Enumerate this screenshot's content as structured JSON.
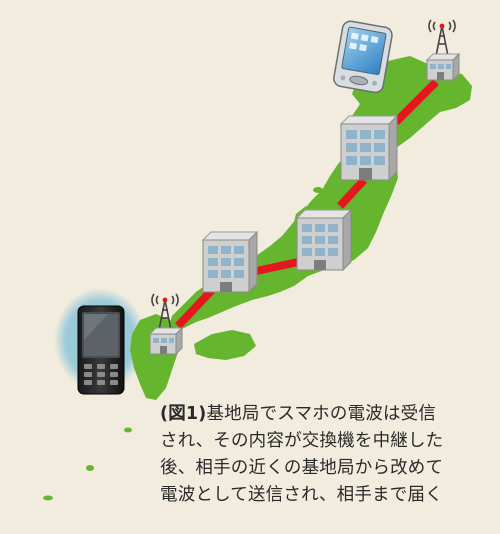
{
  "colors": {
    "background": "#f1ecdd",
    "land": "#66b52f",
    "land_dark": "#4f9a22",
    "sea_glow": "#8cc3d6",
    "link": "#e3171d",
    "building_wall": "#c9c9c9",
    "building_window": "#8fb3c9"
  },
  "icons": [
    "mobile-phone-icon",
    "pda-phone-icon",
    "base-station-antenna-icon",
    "exchange-building-icon"
  ],
  "caption": {
    "figure_label": "(図1)",
    "lines": [
      "基地局でスマホの電波は受信",
      "され、その内容が交換機を中継した",
      "後、相手の近くの基地局から改めて",
      "電波として送信され、相手まで届く"
    ]
  }
}
